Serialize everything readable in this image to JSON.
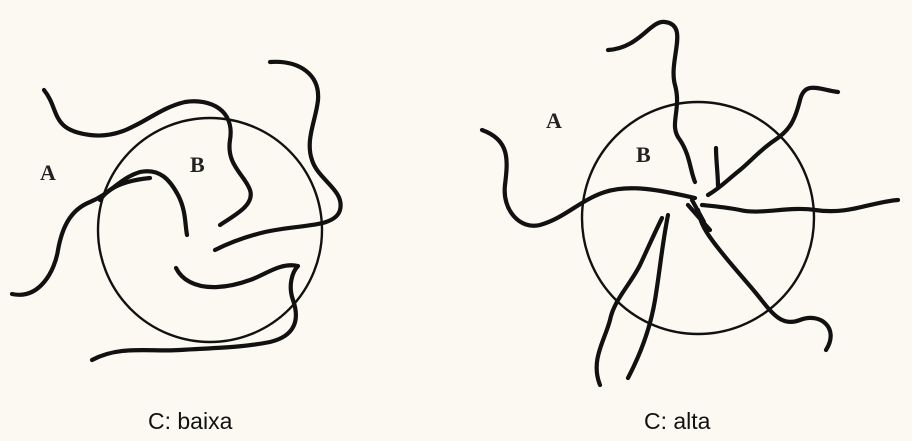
{
  "panels": [
    {
      "caption": "C: baixa",
      "outer_label": "A",
      "inner_label": "B"
    },
    {
      "caption": "C: alta",
      "outer_label": "A",
      "inner_label": "B"
    }
  ]
}
